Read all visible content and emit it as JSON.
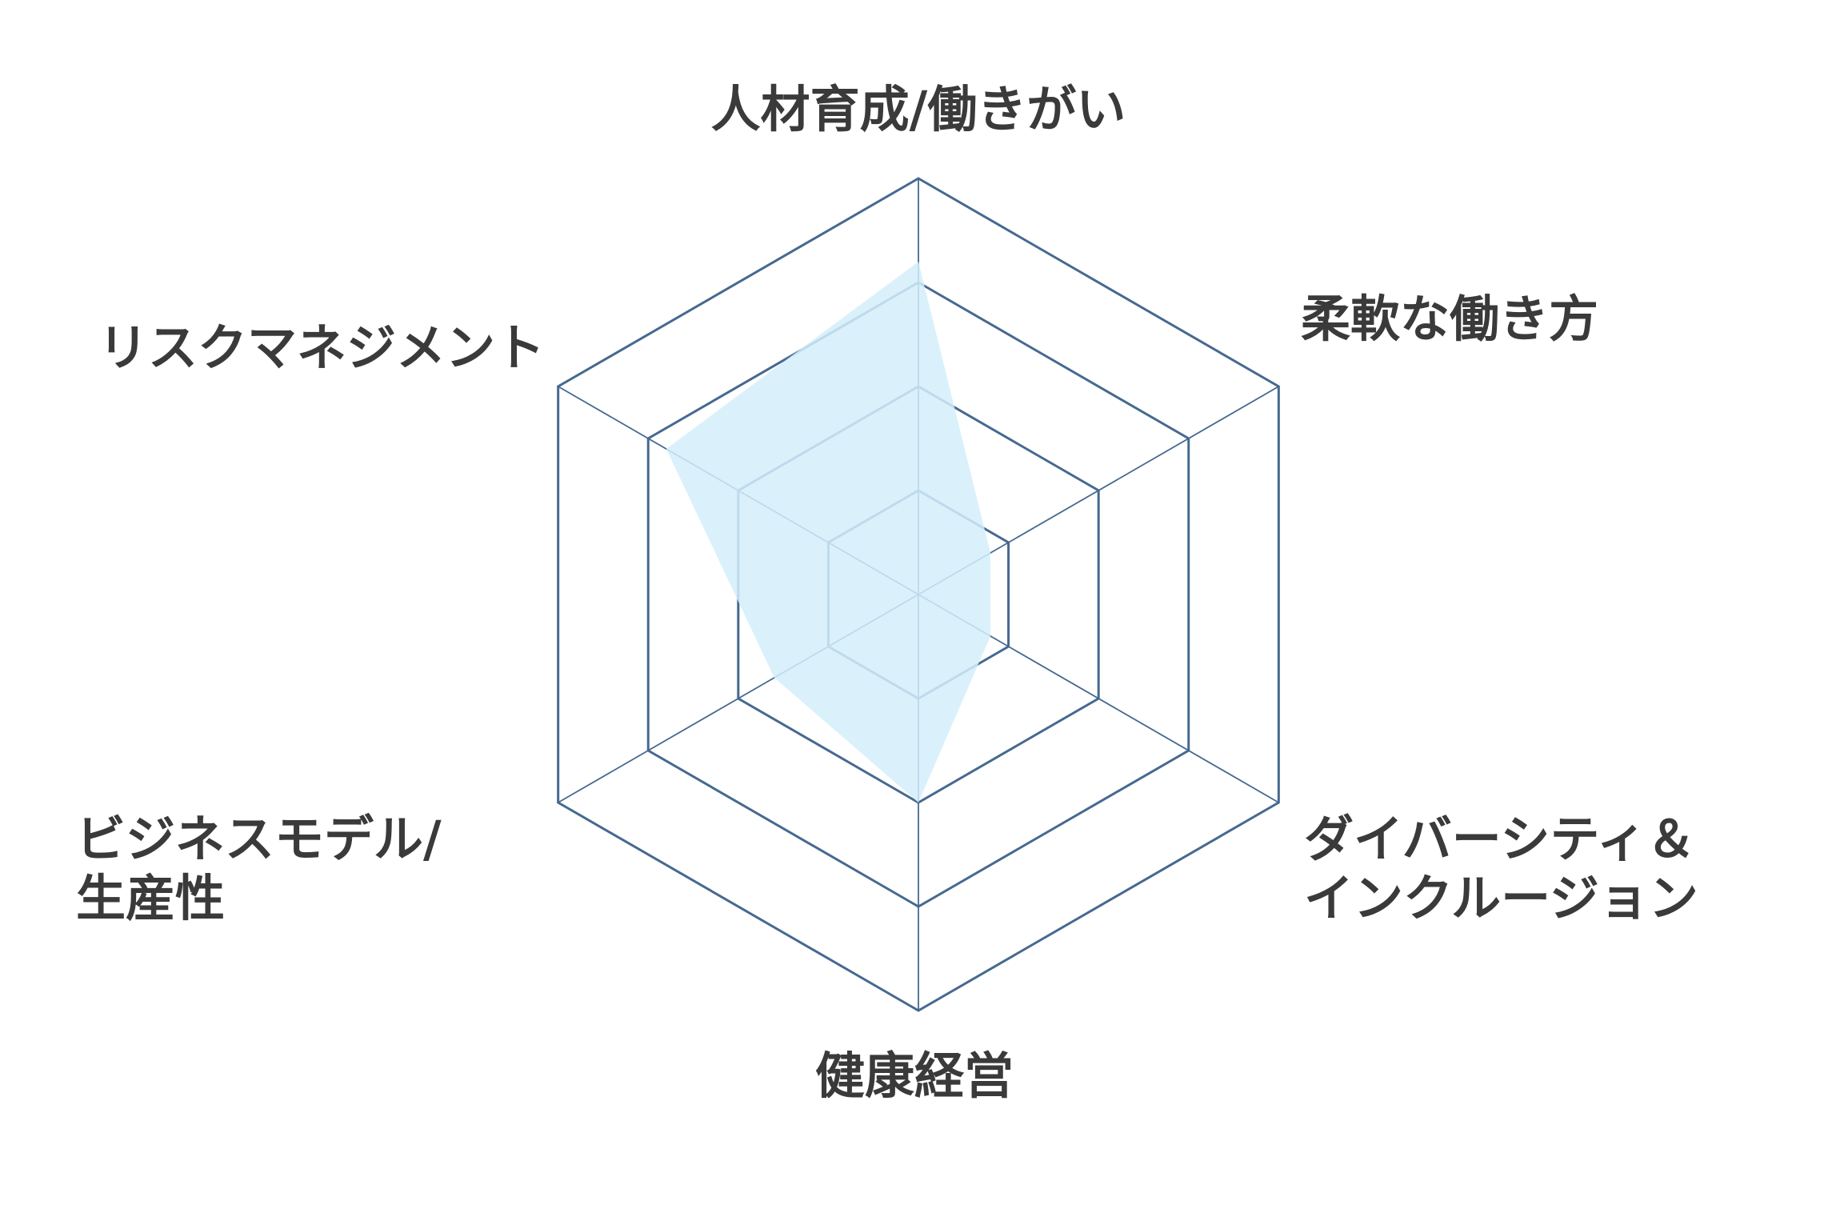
{
  "chart_data": {
    "type": "radar",
    "title": "",
    "categories": [
      "人材育成/働きがい",
      "柔軟な働き方",
      "ダイバーシティ＆インクルージョン",
      "健康経営",
      "ビジネスモデル/生産性",
      "リスクマネジメント"
    ],
    "category_lines": [
      [
        "人材育成/働きがい"
      ],
      [
        "柔軟な働き方"
      ],
      [
        "ダイバーシティ＆",
        "インクルージョン"
      ],
      [
        "健康経営"
      ],
      [
        "ビジネスモデル/",
        "生産性"
      ],
      [
        "リスクマネジメント"
      ]
    ],
    "values": [
      3.2,
      0.8,
      0.8,
      2.0,
      1.6,
      2.8
    ],
    "range": [
      0,
      4
    ],
    "rings": 4,
    "grid": true,
    "colors": {
      "fill": "#d4effc",
      "grid": "#46698f",
      "text": "#3a3a3a"
    }
  }
}
